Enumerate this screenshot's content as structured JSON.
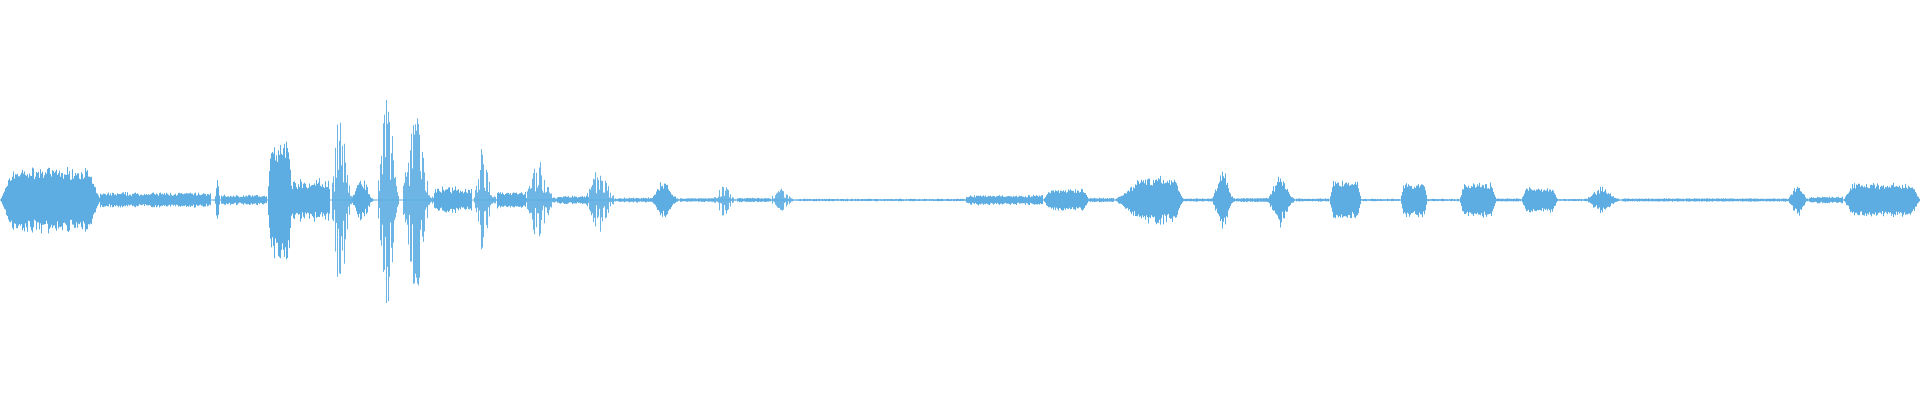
{
  "waveform": {
    "color": "#5dade2",
    "background": "#ffffff",
    "bursts": [
      {
        "t": 0.0,
        "w": 0.052,
        "a": 0.075,
        "shape": "plateau",
        "style": "solid"
      },
      {
        "t": 0.052,
        "w": 0.058,
        "a": 0.018,
        "shape": "flat",
        "style": "solid"
      },
      {
        "t": 0.111,
        "w": 0.004,
        "a": 0.05,
        "shape": "spike",
        "style": "solid"
      },
      {
        "t": 0.115,
        "w": 0.024,
        "a": 0.012,
        "shape": "flat",
        "style": "solid"
      },
      {
        "t": 0.139,
        "w": 0.013,
        "a": 0.14,
        "shape": "plateau",
        "style": "solid"
      },
      {
        "t": 0.152,
        "w": 0.02,
        "a": 0.05,
        "shape": "flat",
        "style": "dense"
      },
      {
        "t": 0.173,
        "w": 0.011,
        "a": 0.27,
        "shape": "peak",
        "style": "sparse"
      },
      {
        "t": 0.184,
        "w": 0.011,
        "a": 0.06,
        "shape": "peak",
        "style": "dense"
      },
      {
        "t": 0.197,
        "w": 0.011,
        "a": 0.31,
        "shape": "peak",
        "style": "sparse"
      },
      {
        "t": 0.21,
        "w": 0.016,
        "a": 0.24,
        "shape": "peak",
        "style": "sparse"
      },
      {
        "t": 0.226,
        "w": 0.02,
        "a": 0.03,
        "shape": "flat",
        "style": "dense"
      },
      {
        "t": 0.247,
        "w": 0.012,
        "a": 0.13,
        "shape": "peak",
        "style": "sparse"
      },
      {
        "t": 0.259,
        "w": 0.015,
        "a": 0.02,
        "shape": "flat",
        "style": "dense"
      },
      {
        "t": 0.274,
        "w": 0.016,
        "a": 0.1,
        "shape": "peak",
        "style": "sparse"
      },
      {
        "t": 0.29,
        "w": 0.016,
        "a": 0.01,
        "shape": "flat",
        "style": "dense"
      },
      {
        "t": 0.305,
        "w": 0.017,
        "a": 0.08,
        "shape": "peak",
        "style": "sparse"
      },
      {
        "t": 0.322,
        "w": 0.018,
        "a": 0.006,
        "shape": "flat",
        "style": "dense"
      },
      {
        "t": 0.34,
        "w": 0.014,
        "a": 0.05,
        "shape": "peak",
        "style": "dense"
      },
      {
        "t": 0.354,
        "w": 0.018,
        "a": 0.005,
        "shape": "flat",
        "style": "dense"
      },
      {
        "t": 0.372,
        "w": 0.012,
        "a": 0.04,
        "shape": "peak",
        "style": "sparse"
      },
      {
        "t": 0.384,
        "w": 0.017,
        "a": 0.005,
        "shape": "flat",
        "style": "dense"
      },
      {
        "t": 0.401,
        "w": 0.014,
        "a": 0.03,
        "shape": "peak",
        "style": "sparse"
      },
      {
        "t": 0.415,
        "w": 0.088,
        "a": 0.003,
        "shape": "flat",
        "style": "dense"
      },
      {
        "t": 0.503,
        "w": 0.04,
        "a": 0.012,
        "shape": "flat",
        "style": "dense"
      },
      {
        "t": 0.543,
        "w": 0.024,
        "a": 0.025,
        "shape": "plateau",
        "style": "solid"
      },
      {
        "t": 0.567,
        "w": 0.013,
        "a": 0.005,
        "shape": "flat",
        "style": "dense"
      },
      {
        "t": 0.58,
        "w": 0.036,
        "a": 0.055,
        "shape": "rise",
        "style": "solid"
      },
      {
        "t": 0.616,
        "w": 0.016,
        "a": 0.004,
        "shape": "flat",
        "style": "dense"
      },
      {
        "t": 0.632,
        "w": 0.012,
        "a": 0.075,
        "shape": "peak",
        "style": "solid"
      },
      {
        "t": 0.644,
        "w": 0.017,
        "a": 0.005,
        "shape": "flat",
        "style": "dense"
      },
      {
        "t": 0.661,
        "w": 0.014,
        "a": 0.065,
        "shape": "peak",
        "style": "solid"
      },
      {
        "t": 0.675,
        "w": 0.017,
        "a": 0.004,
        "shape": "flat",
        "style": "dense"
      },
      {
        "t": 0.692,
        "w": 0.017,
        "a": 0.045,
        "shape": "plateau",
        "style": "dense"
      },
      {
        "t": 0.709,
        "w": 0.02,
        "a": 0.003,
        "shape": "flat",
        "style": "dense"
      },
      {
        "t": 0.729,
        "w": 0.014,
        "a": 0.04,
        "shape": "plateau",
        "style": "dense"
      },
      {
        "t": 0.743,
        "w": 0.017,
        "a": 0.003,
        "shape": "flat",
        "style": "dense"
      },
      {
        "t": 0.76,
        "w": 0.019,
        "a": 0.04,
        "shape": "plateau",
        "style": "dense"
      },
      {
        "t": 0.779,
        "w": 0.013,
        "a": 0.004,
        "shape": "flat",
        "style": "dense"
      },
      {
        "t": 0.792,
        "w": 0.019,
        "a": 0.03,
        "shape": "plateau",
        "style": "dense"
      },
      {
        "t": 0.811,
        "w": 0.016,
        "a": 0.003,
        "shape": "flat",
        "style": "dense"
      },
      {
        "t": 0.827,
        "w": 0.018,
        "a": 0.035,
        "shape": "peak",
        "style": "solid"
      },
      {
        "t": 0.845,
        "w": 0.087,
        "a": 0.004,
        "shape": "flat",
        "style": "dense"
      },
      {
        "t": 0.932,
        "w": 0.01,
        "a": 0.045,
        "shape": "peak",
        "style": "solid"
      },
      {
        "t": 0.942,
        "w": 0.018,
        "a": 0.008,
        "shape": "flat",
        "style": "dense"
      },
      {
        "t": 0.96,
        "w": 0.04,
        "a": 0.04,
        "shape": "plateau",
        "style": "solid"
      }
    ]
  }
}
